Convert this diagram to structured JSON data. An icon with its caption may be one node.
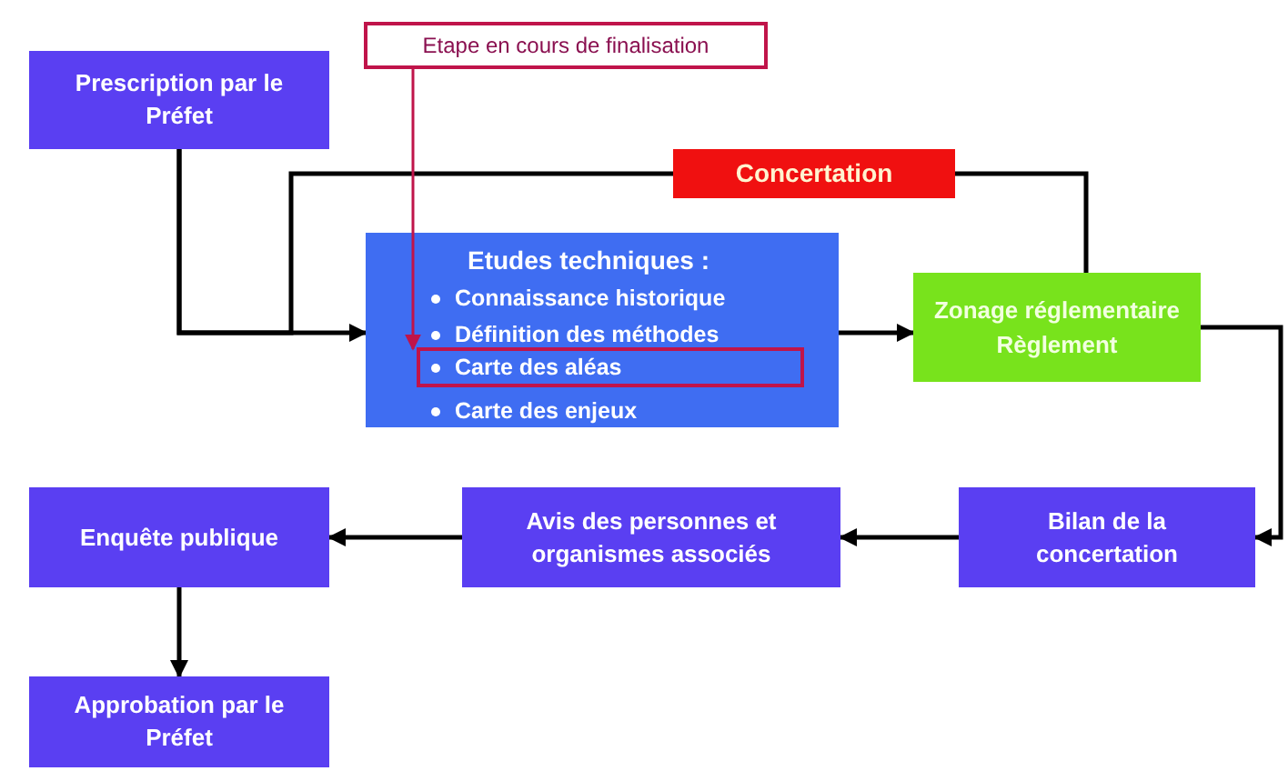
{
  "diagram": {
    "nodes": [
      {
        "text": [
          "Prescription par le Préfet"
        ]
      },
      {
        "text": [
          "Etape en cours de finalisation"
        ]
      },
      {
        "text": [
          "Concertation"
        ]
      },
      {
        "text": [
          "Etudes techniques :",
          "Connaissance historique",
          "Définition des méthodes",
          "Carte des enjeux"
        ]
      },
      {
        "text": [
          "Carte des aléas"
        ],
        "in": 3
      },
      {
        "text": [
          "Zonage réglementaire Règlement"
        ]
      },
      {
        "text": [
          "Bilan de la concertation"
        ]
      },
      {
        "text": [
          "Avis des personnes et organismes associés"
        ]
      },
      {
        "text": [
          "Enquête publique"
        ]
      },
      {
        "text": [
          "Approbation par le Préfet"
        ]
      }
    ],
    "edges": [
      {
        "from": 0,
        "to": 3,
        "arrow": "to"
      },
      {
        "from": 0,
        "to": 2,
        "arrow": "none"
      },
      {
        "from": 2,
        "to": 5,
        "arrow": "none"
      },
      {
        "from": 1,
        "to": 4,
        "arrow": "to",
        "color": "#c0144a"
      },
      {
        "from": 3,
        "to": 5,
        "arrow": "to"
      },
      {
        "from": 5,
        "to": 6,
        "arrow": "to"
      },
      {
        "from": 6,
        "to": 7,
        "arrow": "to"
      },
      {
        "from": 7,
        "to": 8,
        "arrow": "to"
      },
      {
        "from": 8,
        "to": 9,
        "arrow": "to"
      }
    ]
  }
}
